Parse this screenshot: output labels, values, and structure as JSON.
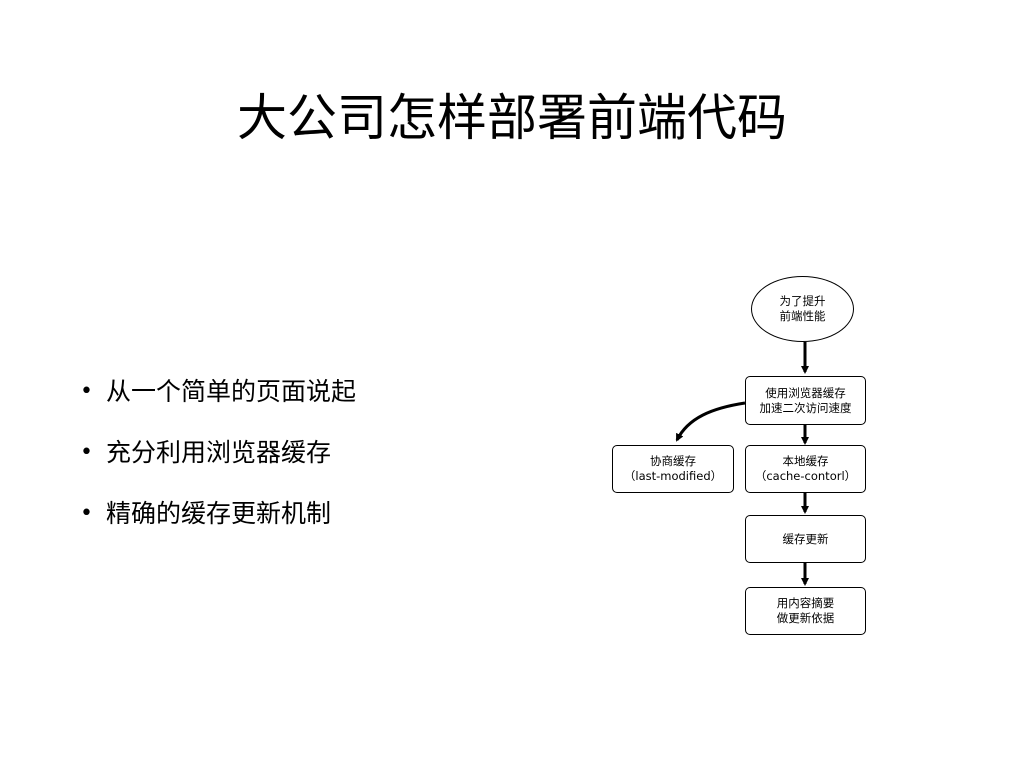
{
  "slide": {
    "title": "大公司怎样部署前端代码",
    "bullets": [
      "从一个简单的页面说起",
      "充分利用浏览器缓存",
      "精确的缓存更新机制"
    ]
  },
  "flowchart": {
    "nodes": {
      "goal": {
        "line1": "为了提升",
        "line2": "前端性能"
      },
      "browser_cache": {
        "line1": "使用浏览器缓存",
        "line2": "加速二次访问速度"
      },
      "negotiated_cache": {
        "line1": "协商缓存",
        "line2": "（last-modified）"
      },
      "local_cache": {
        "line1": "本地缓存",
        "line2": "（cache-contorl）"
      },
      "cache_update": {
        "line1": "缓存更新"
      },
      "content_digest": {
        "line1": "用内容摘要",
        "line2": "做更新依据"
      }
    }
  }
}
